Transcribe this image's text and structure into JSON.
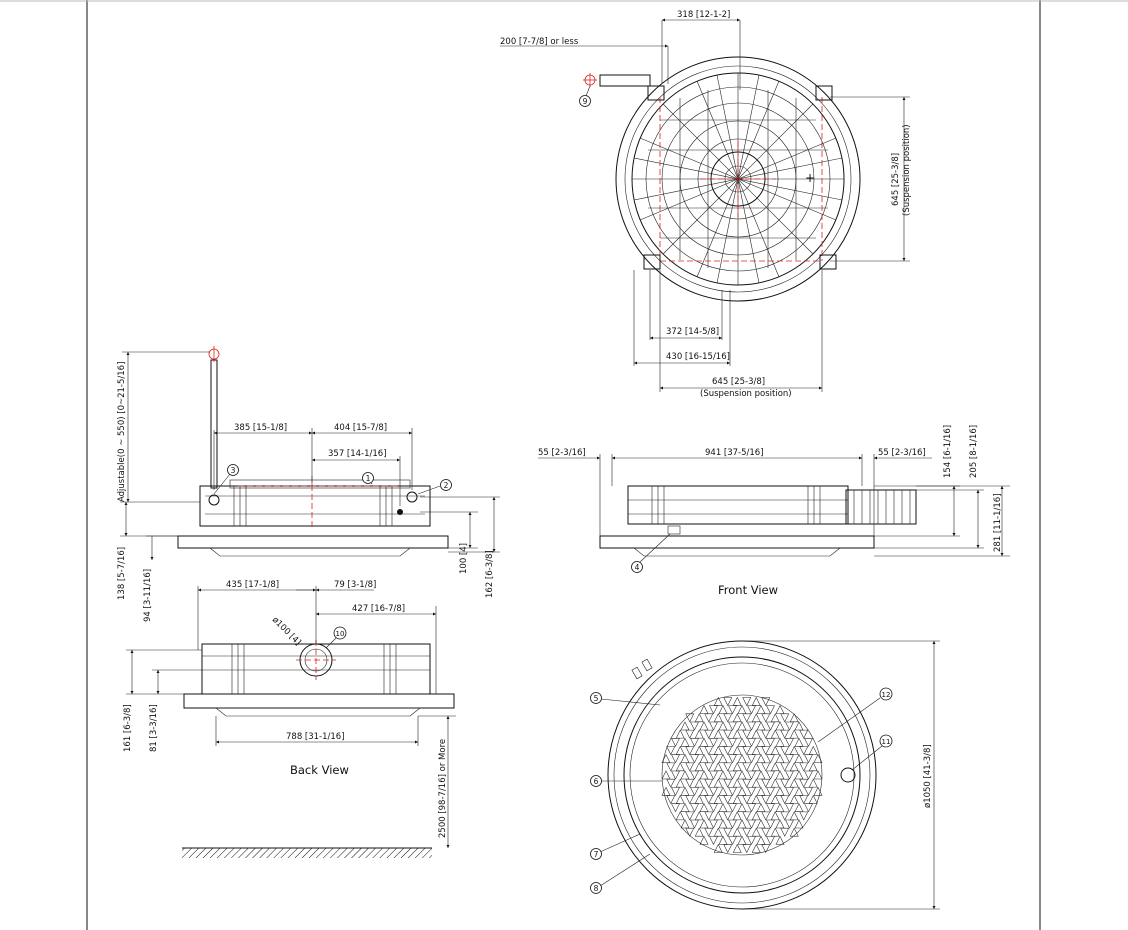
{
  "dimensions": {
    "top_318": "318 [12-1-2]",
    "top_200": "200 [7-7/8] or less",
    "top_645_v": "645 [25-3/8]",
    "top_susp_v": "(Suspension position)",
    "top_372": "372 [14-5/8]",
    "top_430": "430 [16-15/16]",
    "top_645_h": "645 [25-3/8]",
    "top_susp_h": "(Suspension position)",
    "side_adjustable": "Adjustable(0 ~ 550) [0~21-5/16]",
    "side_385": "385 [15-1/8]",
    "side_404": "404 [15-7/8]",
    "side_357": "357 [14-1/16]",
    "side_138": "138 [5-7/16]",
    "side_94": "94 [3-11/16]",
    "side_100": "100 [4]",
    "side_162": "162 [6-3/8]",
    "front_55_left": "55 [2-3/16]",
    "front_941": "941 [37-5/16]",
    "front_55_right": "55 [2-3/16]",
    "front_154": "154 [6-1/16]",
    "front_205": "205 [8-1/16]",
    "front_281": "281 [11-1/16]",
    "back_435": "435 [17-1/8]",
    "back_79": "79 [3-1/8]",
    "back_427": "427 [16-7/8]",
    "back_phi100": "ø100 [4]",
    "back_161": "161 [6-3/8]",
    "back_81": "81 [3-3/16]",
    "back_788": "788 [31-1/16]",
    "back_2500": "2500 [98-7/16] or More",
    "bottom_phi1050": "ø1050 [41-3/8]"
  },
  "view_labels": {
    "front": "Front View",
    "back": "Back View"
  },
  "balloons": {
    "n1": "1",
    "n2": "2",
    "n3": "3",
    "n4": "4",
    "n5": "5",
    "n6": "6",
    "n7": "7",
    "n8": "8",
    "n9": "9",
    "n10": "10",
    "n11": "11",
    "n12": "12"
  }
}
